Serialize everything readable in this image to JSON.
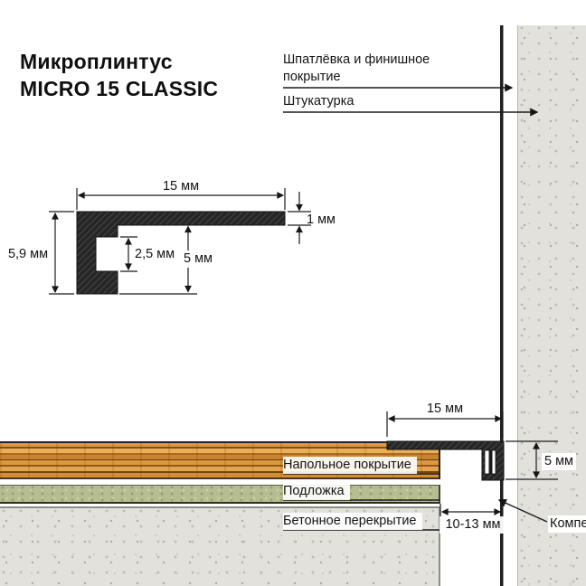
{
  "title": {
    "line1": "Микроплинтус",
    "line2": "MICRO 15 CLASSIC"
  },
  "wall_callouts": {
    "putty_finish": "Шпатлёвка и финишное покрытие",
    "plaster": "Штукатурка"
  },
  "cross_section_dims": {
    "width": "15 мм",
    "flange_thickness": "1 мм",
    "total_height": "5,9 мм",
    "channel_height": "2,5 мм",
    "inner_height": "5 мм"
  },
  "installation": {
    "dims": {
      "width": "15 мм",
      "height": "5 мм",
      "gap": "10-13 мм"
    },
    "layer_labels": {
      "floor_covering": "Напольное покрытие",
      "underlay": "Подложка",
      "concrete_slab": "Бетонное перекрытие",
      "expansion_gap": "Компенсационный зазор"
    }
  },
  "colors": {
    "profile_dark": "#262626",
    "wood": "#c8852f",
    "underlay_green": "#b7bd92",
    "concrete_gray": "#e2e1dc",
    "line": "#1c1c1c"
  }
}
